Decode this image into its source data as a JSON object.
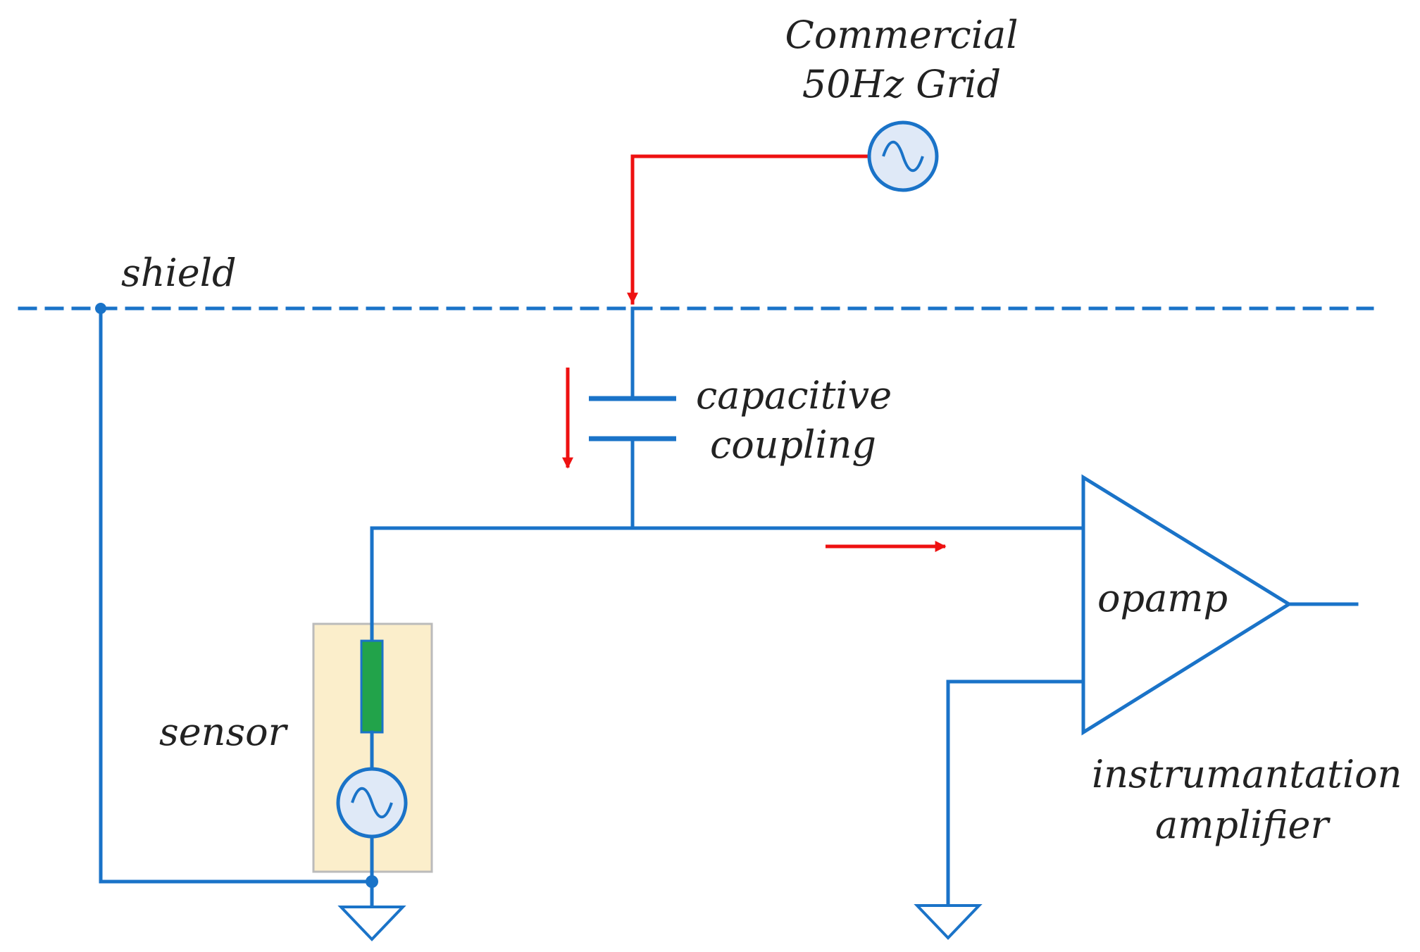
{
  "labels": {
    "grid_line1": "Commercial",
    "grid_line2": "50Hz Grid",
    "shield": "shield",
    "coupling_line1": "capacitive",
    "coupling_line2": "coupling",
    "opamp": "opamp",
    "sensor": "sensor",
    "amp_line1": "instrumantation",
    "amp_line2": "amplifier"
  },
  "colors": {
    "circuit": "#1a73c8",
    "interference": "#ee1111",
    "sensor_box_fill": "#fbeecb",
    "sensor_box_stroke": "#bbbbbb",
    "sensor_element": "#22a34a",
    "source_fill": "#dfe9f7"
  },
  "icons": {
    "grid_source": "ac-source-icon",
    "sensor_source": "ac-source-icon",
    "ground": "ground-icon",
    "arrow": "arrow-icon"
  }
}
